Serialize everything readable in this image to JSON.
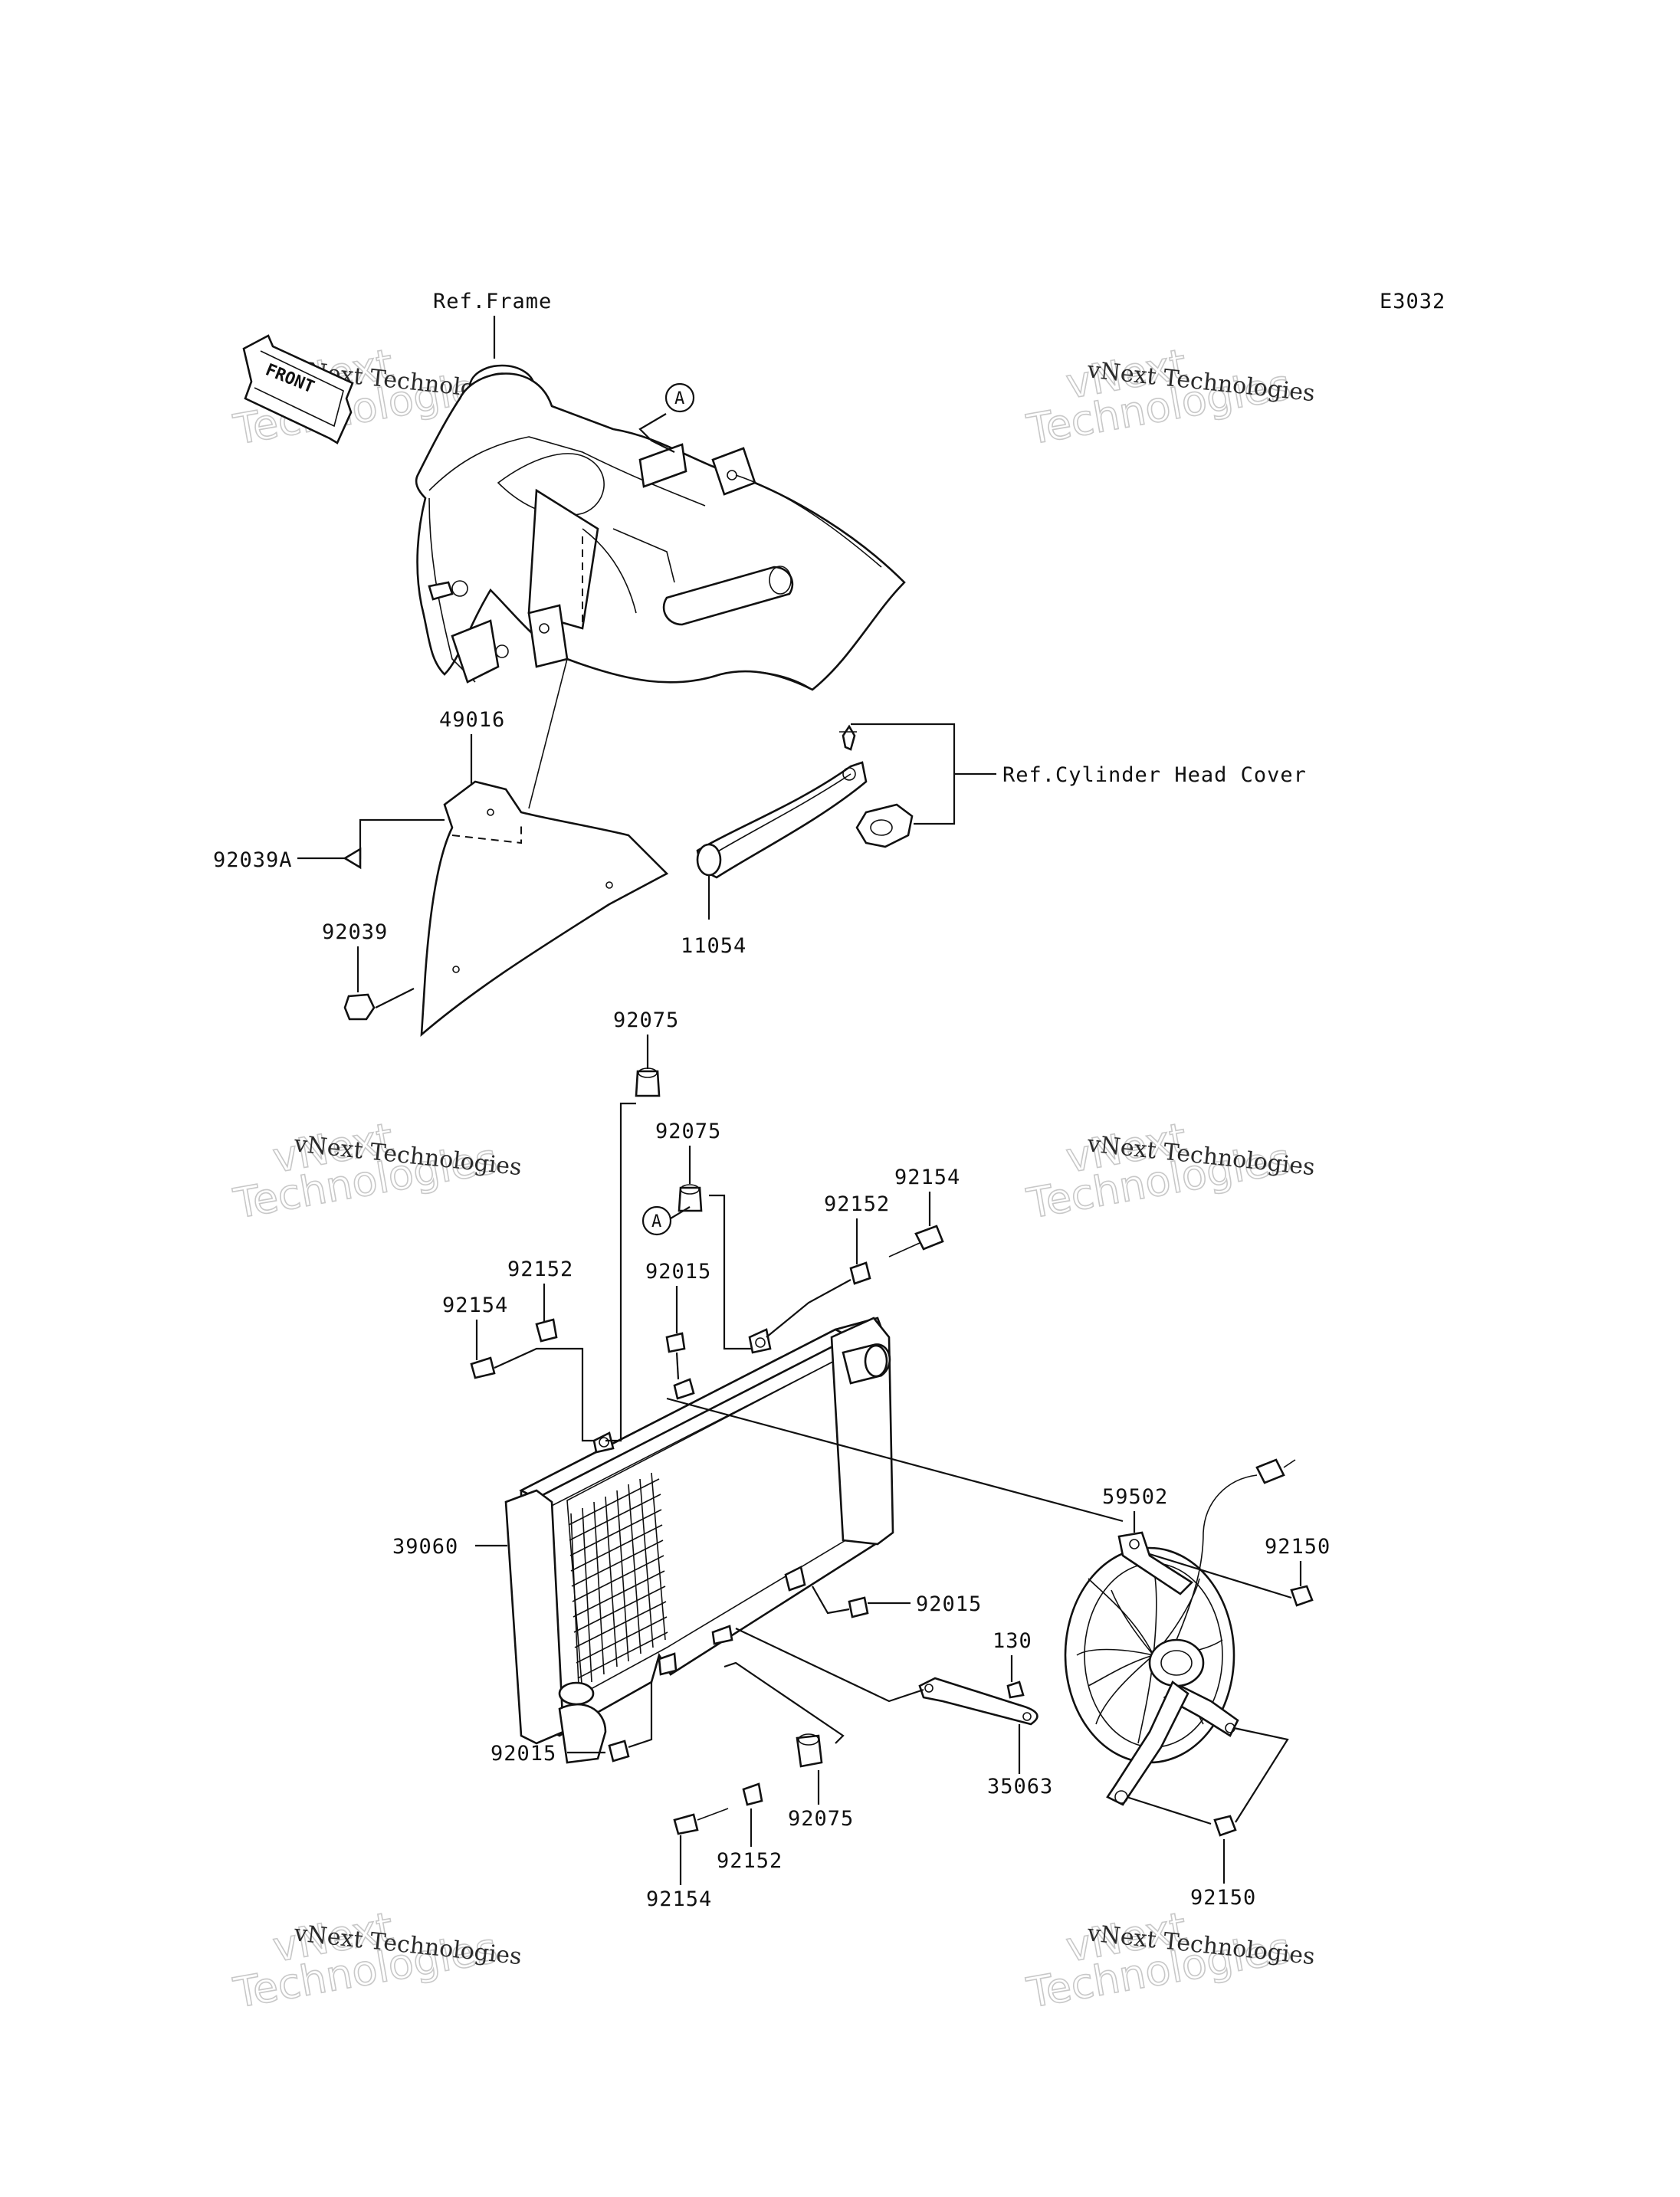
{
  "diagram_code": "E3032",
  "front_label": "FRONT",
  "callout_letter": "A",
  "refs": {
    "frame": "Ref.Frame",
    "cylinder_head_cover": "Ref.Cylinder Head Cover"
  },
  "parts": {
    "p49016": "49016",
    "p92039A": "92039A",
    "p92039": "92039",
    "p11054": "11054",
    "p92075_top": "92075",
    "p92075_mid": "92075",
    "p92154_right": "92154",
    "p92152_right": "92152",
    "p92015_top": "92015",
    "p92152_left": "92152",
    "p92154_left": "92154",
    "p39060": "39060",
    "p59502": "59502",
    "p92150_top": "92150",
    "p92015_mid": "92015",
    "p130": "130",
    "p92015_bottom": "92015",
    "p35063": "35063",
    "p92075_bottom": "92075",
    "p92152_bottom": "92152",
    "p92154_bottom": "92154",
    "p92150_bottom": "92150"
  },
  "watermark": {
    "line1": "vNext Technologies",
    "line2": "vNext",
    "line3": "Technologies"
  }
}
